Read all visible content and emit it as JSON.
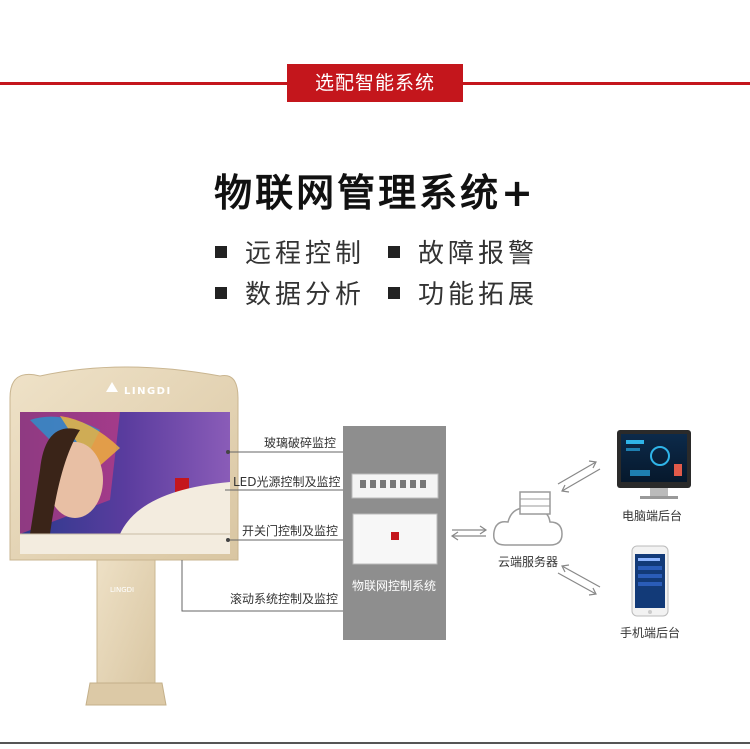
{
  "header": {
    "tag": "选配智能系统"
  },
  "title": "物联网管理系统+",
  "features": [
    "远程控制",
    "故障报警",
    "数据分析",
    "功能拓展"
  ],
  "billboard": {
    "brand": "LINGDI",
    "pole_brand": "LINGDI"
  },
  "monitors": [
    "玻璃破碎监控",
    "LED光源控制及监控",
    "开关门控制及监控",
    "滚动系统控制及监控"
  ],
  "control": {
    "label": "物联网控制系统"
  },
  "cloud": {
    "label": "云端服务器"
  },
  "pc": {
    "label": "电脑端后台"
  },
  "phone": {
    "label": "手机端后台"
  },
  "colors": {
    "accent": "#c4161c",
    "panel": "#8e8e8e",
    "billboard": "#e8d8bd"
  }
}
